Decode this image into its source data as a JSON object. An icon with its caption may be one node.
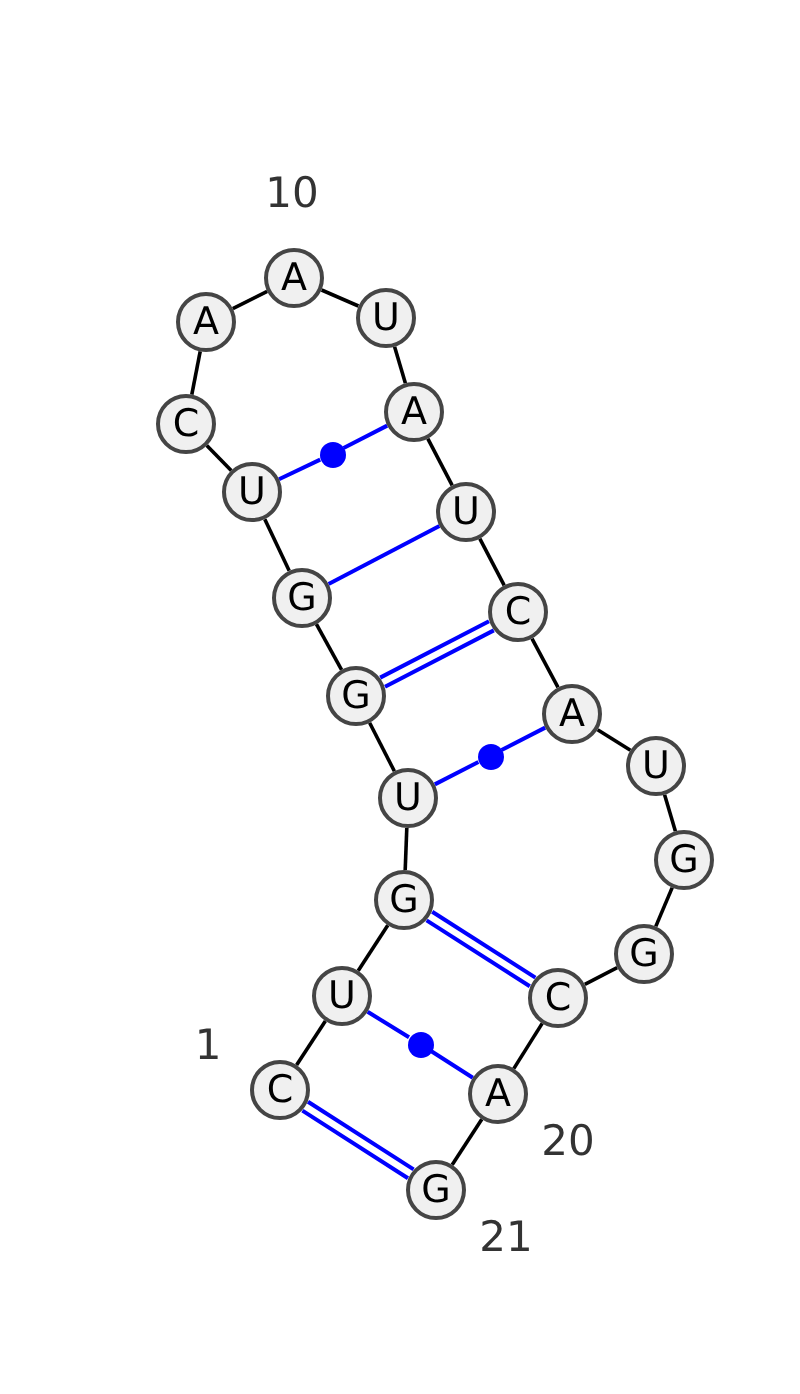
{
  "diagram": {
    "nodes": [
      {
        "text": [
          "C"
        ],
        "beside": [
          "1"
        ]
      },
      {
        "text": [
          "U"
        ]
      },
      {
        "text": [
          "G"
        ]
      },
      {
        "text": [
          "U"
        ]
      },
      {
        "text": [
          "G"
        ]
      },
      {
        "text": [
          "G"
        ]
      },
      {
        "text": [
          "U"
        ]
      },
      {
        "text": [
          "C"
        ]
      },
      {
        "text": [
          "A"
        ]
      },
      {
        "text": [
          "A"
        ],
        "beside": [
          "10"
        ]
      },
      {
        "text": [
          "U"
        ]
      },
      {
        "text": [
          "A"
        ]
      },
      {
        "text": [
          "U"
        ]
      },
      {
        "text": [
          "C"
        ]
      },
      {
        "text": [
          "A"
        ]
      },
      {
        "text": [
          "U"
        ]
      },
      {
        "text": [
          "G"
        ]
      },
      {
        "text": [
          "G"
        ]
      },
      {
        "text": [
          "C"
        ]
      },
      {
        "text": [
          "A"
        ],
        "beside": [
          "20"
        ]
      },
      {
        "text": [
          "G"
        ],
        "beside": [
          "21"
        ]
      },
      {
        "text": [],
        "shape": "circle"
      },
      {
        "text": [],
        "shape": "circle"
      },
      {
        "text": [],
        "shape": "circle"
      }
    ],
    "edges": [
      {
        "from": 0,
        "to": 1,
        "arrow": "none"
      },
      {
        "from": 1,
        "to": 2,
        "arrow": "none"
      },
      {
        "from": 2,
        "to": 3,
        "arrow": "none"
      },
      {
        "from": 3,
        "to": 4,
        "arrow": "none"
      },
      {
        "from": 4,
        "to": 5,
        "arrow": "none"
      },
      {
        "from": 5,
        "to": 6,
        "arrow": "none"
      },
      {
        "from": 6,
        "to": 7,
        "arrow": "none"
      },
      {
        "from": 7,
        "to": 8,
        "arrow": "none"
      },
      {
        "from": 8,
        "to": 9,
        "arrow": "none"
      },
      {
        "from": 9,
        "to": 10,
        "arrow": "none"
      },
      {
        "from": 10,
        "to": 11,
        "arrow": "none"
      },
      {
        "from": 11,
        "to": 12,
        "arrow": "none"
      },
      {
        "from": 12,
        "to": 13,
        "arrow": "none"
      },
      {
        "from": 13,
        "to": 14,
        "arrow": "none"
      },
      {
        "from": 14,
        "to": 15,
        "arrow": "none"
      },
      {
        "from": 15,
        "to": 16,
        "arrow": "none"
      },
      {
        "from": 16,
        "to": 17,
        "arrow": "none"
      },
      {
        "from": 17,
        "to": 18,
        "arrow": "none"
      },
      {
        "from": 18,
        "to": 19,
        "arrow": "none"
      },
      {
        "from": 19,
        "to": 20,
        "arrow": "none"
      },
      {
        "from": 0,
        "to": 20,
        "arrow": "none",
        "color": "#0000ff"
      },
      {
        "from": 0,
        "to": 20,
        "arrow": "none",
        "color": "#0000ff"
      },
      {
        "from": 1,
        "to": 23,
        "arrow": "none",
        "color": "#0000ff"
      },
      {
        "from": 23,
        "to": 19,
        "arrow": "none",
        "color": "#0000ff"
      },
      {
        "from": 2,
        "to": 18,
        "arrow": "none",
        "color": "#0000ff"
      },
      {
        "from": 2,
        "to": 18,
        "arrow": "none",
        "color": "#0000ff"
      },
      {
        "from": 3,
        "to": 22,
        "arrow": "none",
        "color": "#0000ff"
      },
      {
        "from": 22,
        "to": 14,
        "arrow": "none",
        "color": "#0000ff"
      },
      {
        "from": 4,
        "to": 13,
        "arrow": "none",
        "color": "#0000ff"
      },
      {
        "from": 4,
        "to": 13,
        "arrow": "none",
        "color": "#0000ff"
      },
      {
        "from": 5,
        "to": 12,
        "arrow": "none",
        "color": "#0000ff"
      },
      {
        "from": 6,
        "to": 21,
        "arrow": "none",
        "color": "#0000ff"
      },
      {
        "from": 21,
        "to": 11,
        "arrow": "none",
        "color": "#0000ff"
      }
    ]
  }
}
